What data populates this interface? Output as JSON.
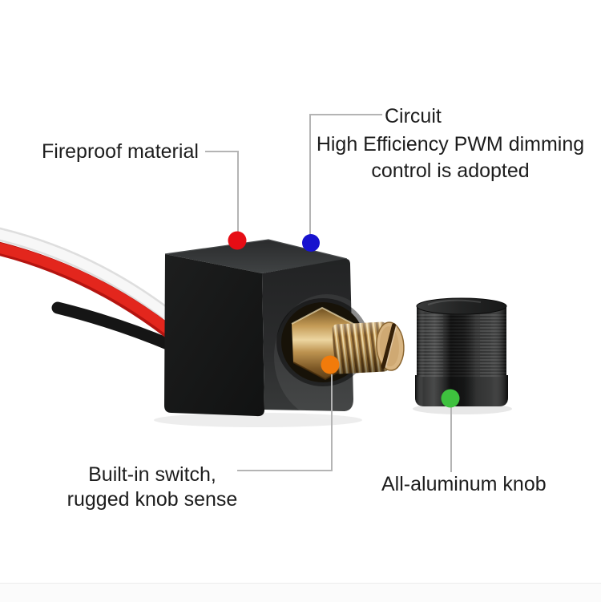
{
  "labels": {
    "fireproof": "Fireproof material",
    "circuit_title": "Circuit",
    "circuit_desc_line1": "High Efficiency PWM dimming",
    "circuit_desc_line2": "control is adopted",
    "builtin_line1": "Built-in switch,",
    "builtin_line2": "rugged knob sense",
    "aluminum": "All-aluminum knob"
  },
  "markers": {
    "fireproof": {
      "color": "#e60d15"
    },
    "circuit": {
      "color": "#1712ce"
    },
    "builtin": {
      "color": "#f17b0b"
    },
    "aluminum": {
      "color": "#3ec13e"
    }
  },
  "style": {
    "leader_line_color": "#b4b4b4",
    "text_color": "#1d1d1d"
  }
}
